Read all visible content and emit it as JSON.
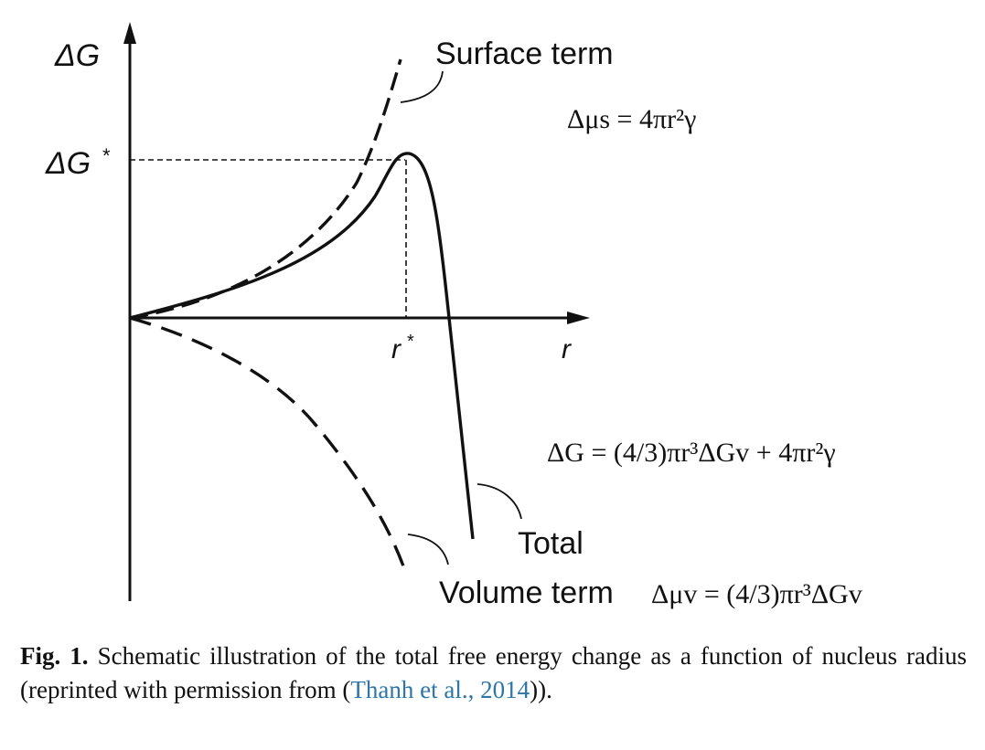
{
  "axis": {
    "y_label": "ΔG",
    "y_star_label": "ΔG",
    "y_star_mark": "*",
    "x_label": "r",
    "x_star_label": "r",
    "x_star_mark": "*"
  },
  "labels": {
    "surface_term": "Surface term",
    "total": "Total",
    "volume_term": "Volume term"
  },
  "equations": {
    "surface": "Δμs = 4πr²γ",
    "total": "ΔG = (4/3)πr³ΔGv + 4πr²γ",
    "volume": "Δμv = (4/3)πr³ΔGv"
  },
  "caption": {
    "label": "Fig. 1.",
    "text_before_link": " Schematic illustration of the total free energy change as a function of nucleus radius (reprinted with permission from (",
    "link": "Thanh et al., 2014",
    "text_after_link": "))."
  },
  "colors": {
    "ink": "#111111",
    "link": "#2e75a8"
  }
}
